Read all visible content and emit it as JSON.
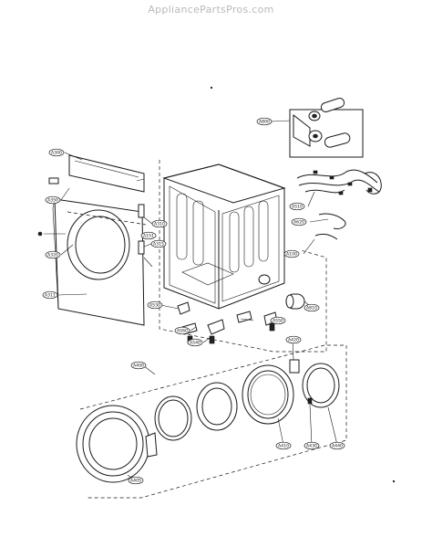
{
  "watermark": "AppliancePartsPros.com",
  "callouts": [
    {
      "id": "a800",
      "text": "A800"
    },
    {
      "id": "a300",
      "text": "A300"
    },
    {
      "id": "a350",
      "text": "A350"
    },
    {
      "id": "a310",
      "text": "A310"
    },
    {
      "id": "a151",
      "text": "A151"
    },
    {
      "id": "a320",
      "text": "A320"
    },
    {
      "id": "a315",
      "text": "A315"
    },
    {
      "id": "a311",
      "text": "A311"
    },
    {
      "id": "a100",
      "text": "A100"
    },
    {
      "id": "a530",
      "text": "A530"
    },
    {
      "id": "a510",
      "text": "A510"
    },
    {
      "id": "a620",
      "text": "A620"
    },
    {
      "id": "a810",
      "text": "A810"
    },
    {
      "id": "a540",
      "text": "A540"
    },
    {
      "id": "a560",
      "text": "A560"
    },
    {
      "id": "a550",
      "text": "A550"
    },
    {
      "id": "a420",
      "text": "A420"
    },
    {
      "id": "a400",
      "text": "A400"
    },
    {
      "id": "a410",
      "text": "A410"
    },
    {
      "id": "a430",
      "text": "A430"
    },
    {
      "id": "a440",
      "text": "A440"
    },
    {
      "id": "a405",
      "text": "A405"
    }
  ]
}
